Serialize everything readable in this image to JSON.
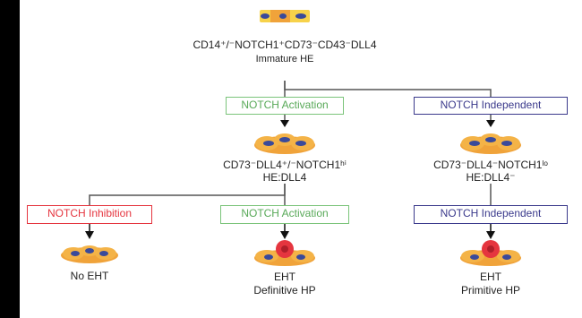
{
  "root": {
    "title_line1": "CD14⁺/⁻NOTCH1⁺CD73⁻CD43⁻DLL4",
    "title_line2": "Immature HE"
  },
  "branches": {
    "notch_activation_1": "NOTCH Activation",
    "notch_independent_1": "NOTCH Independent",
    "notch_inhibition": "NOTCH Inhibition",
    "notch_activation_2": "NOTCH Activation",
    "notch_independent_2": "NOTCH Independent"
  },
  "mid_left": {
    "line1": "CD73⁻DLL4⁺/⁻NOTCH1ʰⁱ",
    "line2": "HE:DLL4"
  },
  "mid_right": {
    "line1": "CD73⁻DLL4⁻NOTCH1ˡᵒ",
    "line2": "HE:DLL4⁻"
  },
  "outcomes": {
    "left": "No EHT",
    "center_line1": "EHT",
    "center_line2": "Definitive HP",
    "right_line1": "EHT",
    "right_line2": "Primitive HP"
  },
  "colors": {
    "green": "#58a958",
    "red": "#e5353f",
    "blue": "#3b3a8c",
    "cell": "#f0a33a",
    "nucleus": "#3a4a9a",
    "hp_cell": "#e5353f"
  }
}
